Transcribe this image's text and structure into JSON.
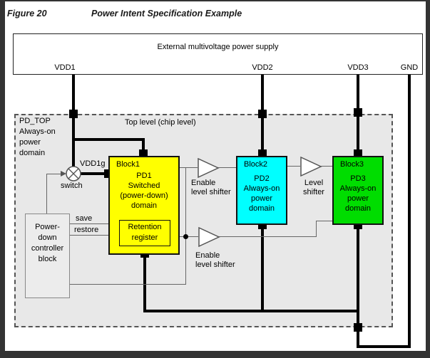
{
  "figure": {
    "label": "Figure 20",
    "title": "Power Intent Specification Example"
  },
  "supply": {
    "label": "External multivoltage power supply",
    "pins": [
      "VDD1",
      "VDD2",
      "VDD3",
      "GND"
    ]
  },
  "pd_top": {
    "lines": [
      "PD_TOP",
      "Always-on",
      "power",
      "domain"
    ],
    "top_level": "Top level (chip level)"
  },
  "blocks": {
    "block1": {
      "name": "Block1",
      "lines": [
        "PD1",
        "Switched",
        "(power-down)",
        "domain"
      ],
      "retention": [
        "Retention",
        "register"
      ]
    },
    "block2": {
      "name": "Block2",
      "lines": [
        "PD2",
        "Always-on",
        "power",
        "domain"
      ]
    },
    "block3": {
      "name": "Block3",
      "lines": [
        "PD3",
        "Always-on",
        "power",
        "domain"
      ]
    }
  },
  "controller": {
    "lines": [
      "Power-",
      "down",
      "controller",
      "block"
    ]
  },
  "labels": {
    "vdd1g": "VDD1g",
    "switch": "switch",
    "save": "save",
    "restore": "restore",
    "enable_upper": [
      "Enable",
      "level shifter"
    ],
    "enable_lower": [
      "Enable",
      "level shifter"
    ],
    "level_shifter": [
      "Level",
      "shifter"
    ]
  },
  "colors": {
    "block1": "#ffff00",
    "block2": "#00ffff",
    "block3": "#00dd00",
    "domain_bg": "#e8e8e8",
    "frame": "#333333"
  }
}
